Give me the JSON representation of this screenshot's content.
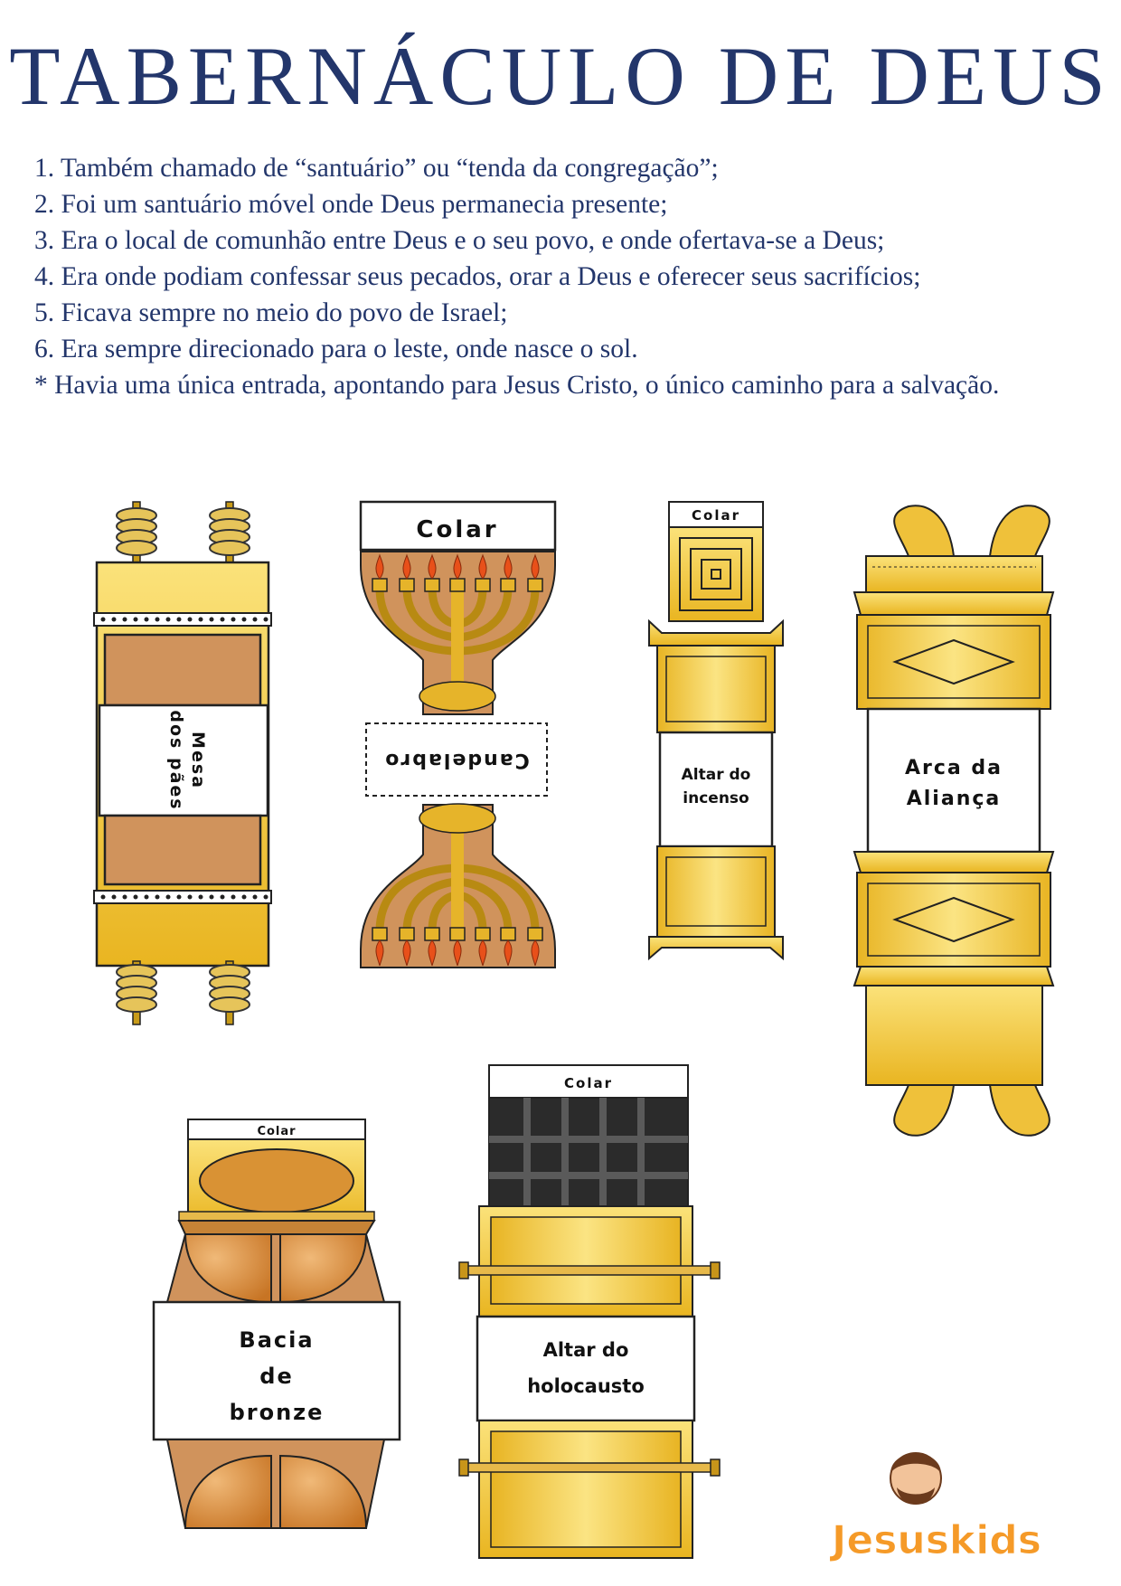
{
  "title": "TABERNÁCULO DE DEUS",
  "facts": [
    "1. Também chamado de “santuário” ou “tenda da congregação”;",
    "2. Foi um santuário móvel onde Deus permanecia presente;",
    "3. Era o local de comunhão entre Deus e o seu povo, e onde ofertava-se a Deus;",
    "4. Era onde podiam confessar seus pecados, orar a Deus e oferecer seus sacrifícios;",
    "5. Ficava sempre no meio do povo de Israel;",
    "6. Era sempre direcionado para o leste, onde nasce o sol.",
    "* Havia uma única entrada, apontando para Jesus Cristo, o único caminho para a salvação."
  ],
  "cutouts": {
    "mesa": {
      "line1": "Mesa",
      "line2": "dos pães"
    },
    "candelabro": {
      "glue": "Colar",
      "label": "Candelabro"
    },
    "incenso": {
      "glue": "Colar",
      "line1": "Altar do",
      "line2": "incenso"
    },
    "arca": {
      "line1": "Arca da",
      "line2": "Aliança"
    },
    "bacia": {
      "glue": "Colar",
      "line1": "Bacia",
      "line2": "de",
      "line3": "bronze"
    },
    "holocausto": {
      "glue": "Colar",
      "line1": "Altar do",
      "line2": "holocausto"
    }
  },
  "logo": {
    "text": "Jesuskids"
  },
  "colors": {
    "title": "#23366b",
    "gold": "#f6cd3a",
    "bronze": "#d0935c"
  }
}
